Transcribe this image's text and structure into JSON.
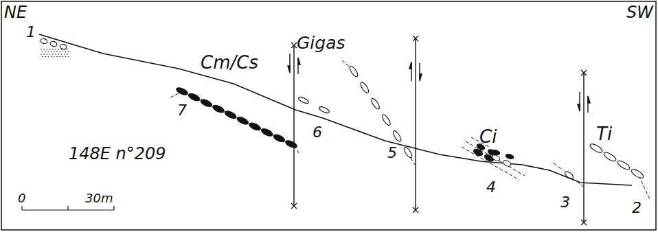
{
  "diagram": {
    "labels": [
      "NE",
      "SW",
      "1",
      "Cm/Cs",
      "Gigas",
      "7",
      "6",
      "5",
      "Ci",
      "4",
      "3",
      "Ti",
      "2",
      "148E n°209",
      "0",
      "30m"
    ]
  }
}
